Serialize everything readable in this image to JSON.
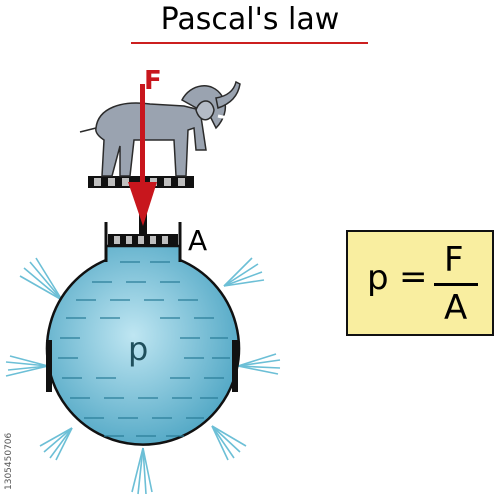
{
  "title": "Pascal's law",
  "labels": {
    "force": "F",
    "area": "A",
    "pressure": "p"
  },
  "formula": {
    "lhs": "p",
    "equals": "=",
    "numerator": "F",
    "denominator": "A"
  },
  "stock_id": "1305450706",
  "colors": {
    "underline": "#cc1f1f",
    "force_arrow": "#c8161d",
    "fluid": "#7fc6dc",
    "formula_box": "#f9eea0",
    "spray": "#6cbfd6"
  }
}
